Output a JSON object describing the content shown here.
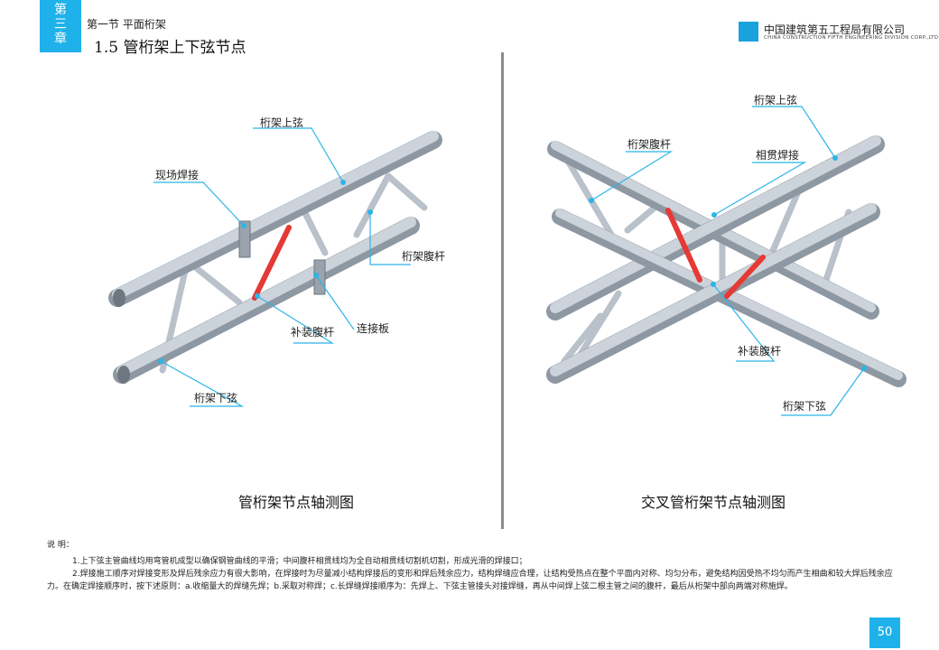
{
  "header": {
    "chapter": "第\n三\n章",
    "section": "第一节  平面桁架",
    "subtitle": "1.5 管桁架上下弦节点",
    "company_cn": "中国建筑第五工程局有限公司",
    "company_en": "CHINA CONSTRUCTION FIFTH ENGINEERING DIVISION CORP.,LTD"
  },
  "left_figure": {
    "caption": "管桁架节点轴测图",
    "labels": {
      "top_chord": "桁架上弦",
      "field_weld": "现场焊接",
      "web_member": "桁架腹杆",
      "repair_web": "补装腹杆",
      "connect_plate": "连接板",
      "bottom_chord": "桁架下弦"
    }
  },
  "right_figure": {
    "caption": "交叉管桁架节点轴测图",
    "labels": {
      "top_chord": "桁架上弦",
      "web_member": "桁架腹杆",
      "intersect_weld": "相贯焊接",
      "repair_web": "补装腹杆",
      "bottom_chord": "桁架下弦"
    }
  },
  "notes": {
    "label": "说  明：",
    "items": [
      "1.上下弦主管曲线均用弯管机成型以确保钢管曲线的平滑；中间腹杆相贯线均为全自动相贯线切割机切割，形成光滑的焊接口；",
      "2.焊接施工顺序对焊接变形及焊后残余应力有很大影响，在焊接时为尽量减小结构焊接后的变形和焊后残余应力，结构焊缝应合理，让结构受热点在整个平面内对称、均匀分布，避免结构因受热不均匀而产生相曲和较大焊后残余应力。在确定焊接顺序时，按下述原则：a.收缩量大的焊缝先焊；b.采取对称焊；c.长焊缝焊接顺序为：先焊上、下弦主管接头对接焊缝，再从中间焊上弦二根主管之间的腹杆，最后从桁架中部向两端对称施焊。"
    ]
  },
  "page_number": "50",
  "colors": {
    "accent": "#1fb2ea",
    "tube": "#c7ced6",
    "tube_dark": "#8e98a3",
    "repair": "#e53935",
    "leader": "#2bb5e8"
  }
}
